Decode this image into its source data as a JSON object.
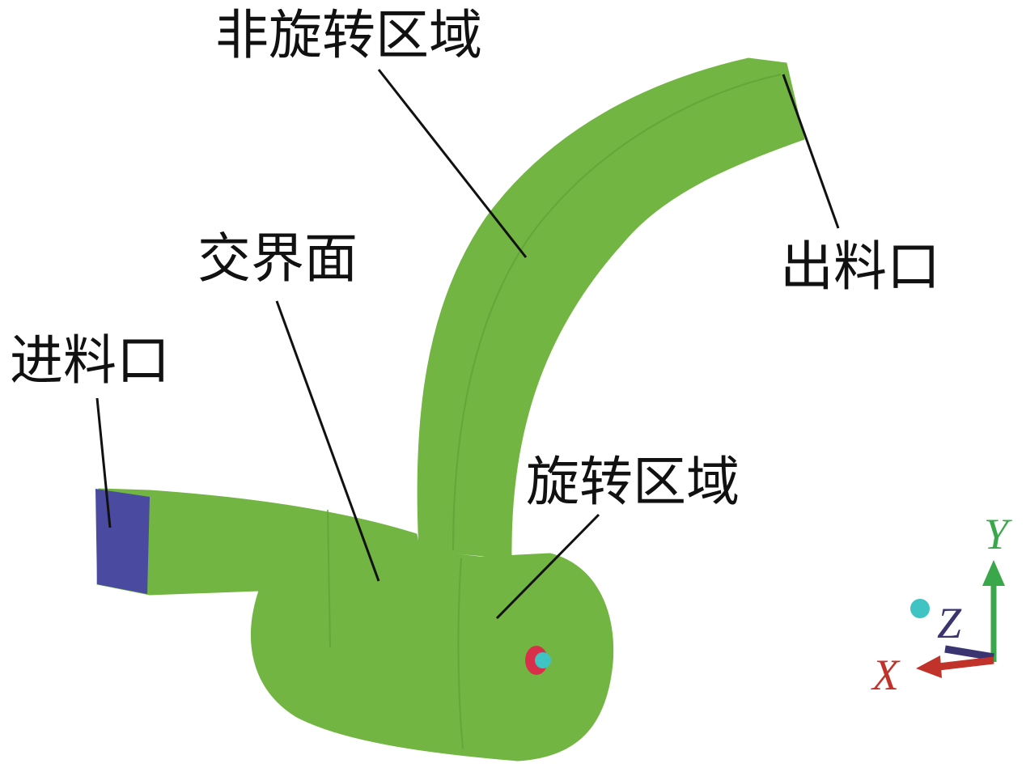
{
  "labels": {
    "non_rotating_domain": "非旋转区域",
    "interface": "交界面",
    "inlet": "进料口",
    "outlet": "出料口",
    "rotating_domain": "旋转区域"
  },
  "axes": {
    "x": "X",
    "y": "Y",
    "z": "Z"
  },
  "colors": {
    "body": "#72b542",
    "body_edge": "#5fa035",
    "inlet_face": "#4a4aa0",
    "axis_x": "#c0322a",
    "axis_y": "#3aa84a",
    "axis_z": "#3a3470",
    "axis_origin": "#3fc3c3",
    "hub": "#d8304a"
  }
}
